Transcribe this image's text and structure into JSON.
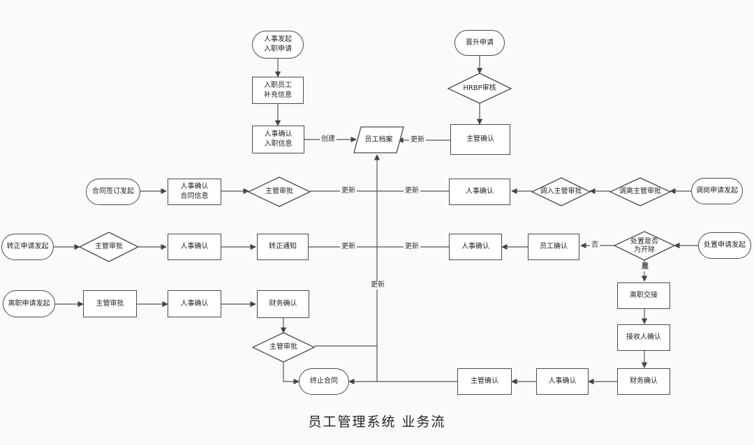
{
  "title": "员工管理系统 业务流",
  "nodes": {
    "hr_initiate_onboarding": "人事发起\n入职申请",
    "new_employee_info": "入职员工\n补充信息",
    "hr_confirm_onboarding": "人事确认\n入职信息",
    "employee_archive": "员工档案",
    "promotion_request": "晋升申请",
    "hrbp_review": "HRBP审核",
    "mgr_confirm_promotion": "主管确认",
    "contract_initiate": "合同签订发起",
    "hr_confirm_contract": "人事确认\n合同信息",
    "mgr_approve_contract": "主管审批",
    "hr_confirm_transfer": "人事确认",
    "transfer_in_approve": "调入主管审批",
    "transfer_out_approve": "调离主管审批",
    "transfer_initiate": "调岗申请发起",
    "regular_initiate": "转正申请发起",
    "mgr_approve_regular": "主管审批",
    "hr_confirm_regular": "人事确认",
    "regular_notice": "转正通知",
    "hr_confirm_discipline": "人事确认",
    "employee_confirm": "员工确认",
    "dismiss_decision": "处置是否\n为开除",
    "discipline_initiate": "处置申请发起",
    "resign_initiate": "离职申请发起",
    "mgr_approve_resign": "主管审批",
    "hr_confirm_resign": "人事确认",
    "finance_confirm_resign": "财务确认",
    "mgr_approve_final": "主管审批",
    "terminate_contract": "终止合同",
    "handover": "离职交接",
    "receiver_confirm": "接收人确认",
    "finance_confirm_dismiss": "财务确认",
    "hr_confirm_dismiss": "人事确认",
    "mgr_confirm_dismiss": "主管确认"
  },
  "edge_labels": {
    "create": "创建",
    "update_promotion": "更新",
    "update_contract": "更新",
    "update_transfer": "更新",
    "update_regular": "更新",
    "update_discipline": "更新",
    "update_vertical": "更新",
    "no": "否",
    "yes": "是"
  }
}
